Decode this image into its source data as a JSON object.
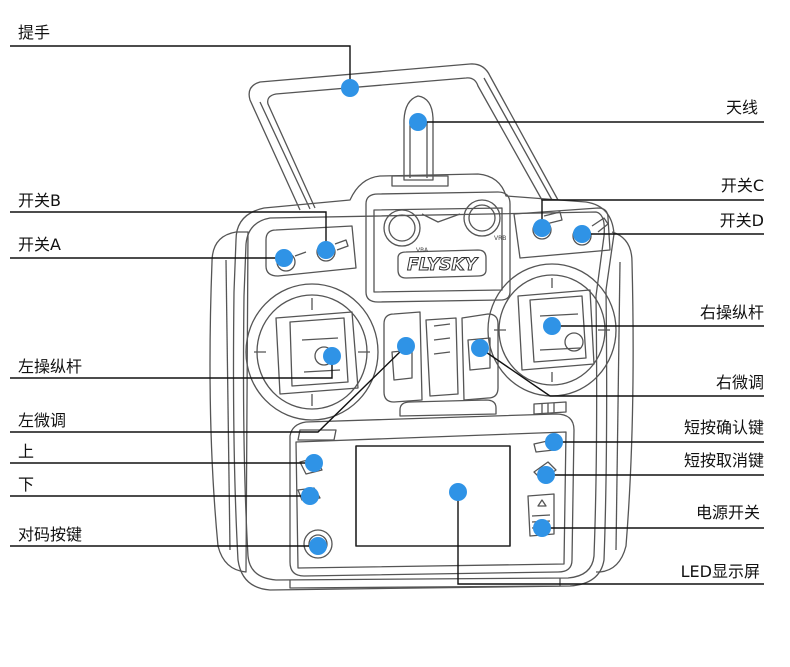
{
  "labels_left": [
    {
      "id": "handle",
      "text": "提手"
    },
    {
      "id": "switch-b",
      "text": "开关B"
    },
    {
      "id": "switch-a",
      "text": "开关A"
    },
    {
      "id": "left-stick",
      "text": "左操纵杆"
    },
    {
      "id": "left-trim",
      "text": "左微调"
    },
    {
      "id": "up",
      "text": "上"
    },
    {
      "id": "down",
      "text": "下"
    },
    {
      "id": "bind-button",
      "text": "对码按键"
    }
  ],
  "labels_right": [
    {
      "id": "antenna",
      "text": "天线"
    },
    {
      "id": "switch-c",
      "text": "开关C"
    },
    {
      "id": "switch-d",
      "text": "开关D"
    },
    {
      "id": "right-stick",
      "text": "右操纵杆"
    },
    {
      "id": "right-trim",
      "text": "右微调"
    },
    {
      "id": "short-ok",
      "text": "短按确认键"
    },
    {
      "id": "short-cancel",
      "text": "短按取消键"
    },
    {
      "id": "power-switch",
      "text": "电源开关"
    },
    {
      "id": "led-screen",
      "text": "LED显示屏"
    }
  ],
  "brand": "FLYSKY",
  "knob_labels": [
    "VRA",
    "VRB"
  ],
  "colors": {
    "marker": "#2f93e6",
    "line": "#111111",
    "outline": "#555555"
  }
}
